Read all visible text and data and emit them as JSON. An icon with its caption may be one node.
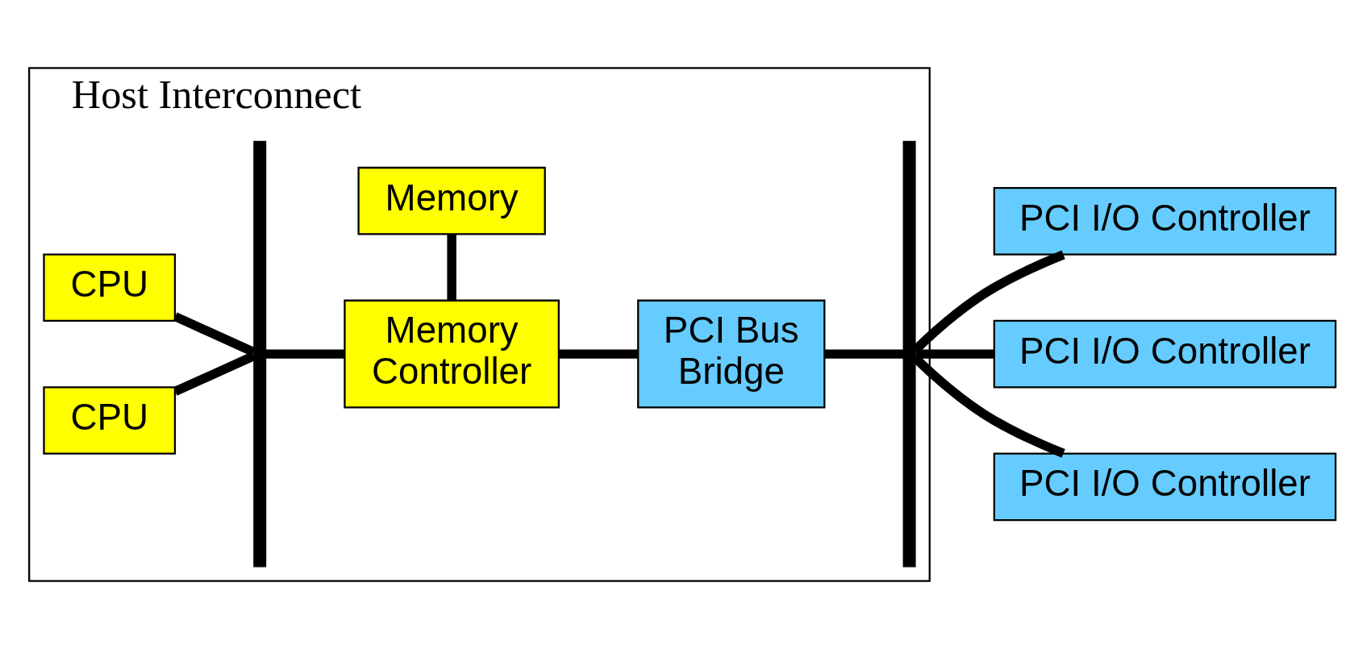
{
  "diagram": {
    "nodes": [
      {
        "text": [
          "Host Interconnect"
        ]
      },
      {
        "text": [
          "CPU"
        ],
        "in": 0
      },
      {
        "text": [
          "CPU"
        ],
        "in": 0
      },
      {
        "text": [],
        "shape": "bar",
        "in": 0
      },
      {
        "text": [
          "Memory Controller"
        ],
        "in": 0
      },
      {
        "text": [
          "Memory"
        ],
        "in": 0
      },
      {
        "text": [
          "PCI Bus Bridge"
        ],
        "in": 0
      },
      {
        "text": [],
        "shape": "bar",
        "in": 0
      },
      {
        "text": [
          "PCI I/O Controller"
        ]
      },
      {
        "text": [
          "PCI I/O Controller"
        ]
      },
      {
        "text": [
          "PCI I/O Controller"
        ]
      }
    ],
    "edges": [
      {
        "from": 1,
        "to": 3,
        "arrow": "none"
      },
      {
        "from": 2,
        "to": 3,
        "arrow": "none"
      },
      {
        "from": 3,
        "to": 4,
        "arrow": "none"
      },
      {
        "from": 4,
        "to": 5,
        "arrow": "none"
      },
      {
        "from": 4,
        "to": 6,
        "arrow": "none"
      },
      {
        "from": 6,
        "to": 7,
        "arrow": "none"
      },
      {
        "from": 7,
        "to": 8,
        "arrow": "none"
      },
      {
        "from": 7,
        "to": 9,
        "arrow": "none"
      },
      {
        "from": 7,
        "to": 10,
        "arrow": "none"
      }
    ]
  }
}
